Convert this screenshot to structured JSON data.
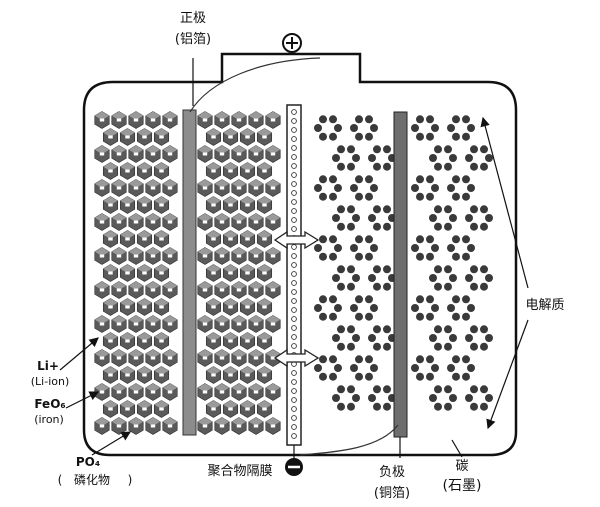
{
  "labels": {
    "positive_electrode": "正极",
    "positive_material": "(铝箔)",
    "positive_terminal": "⊕",
    "negative_terminal": "⊖",
    "separator": "聚合物隔膜",
    "negative_electrode": "负极",
    "negative_material": "(铜箔)",
    "carbon": "碳",
    "graphite": "(石墨)",
    "electrolyte": "电解质",
    "li_ion": "Li+",
    "li_ion_en": "(Li-ion)",
    "iron_oxide": "FeO₆",
    "iron_en": "(iron)",
    "phosphate": "PO₄",
    "phosphate_cn": "磷化物",
    "phosphate_tail": ")"
  },
  "colors": {
    "cathode_dark": "#5a5a5a",
    "cathode_light": "#9a9a9a",
    "collector": "#8c8c8c",
    "anode_collector": "#6e6e6e",
    "graphite_atom": "#3a3a3a",
    "outline": "#111111"
  }
}
